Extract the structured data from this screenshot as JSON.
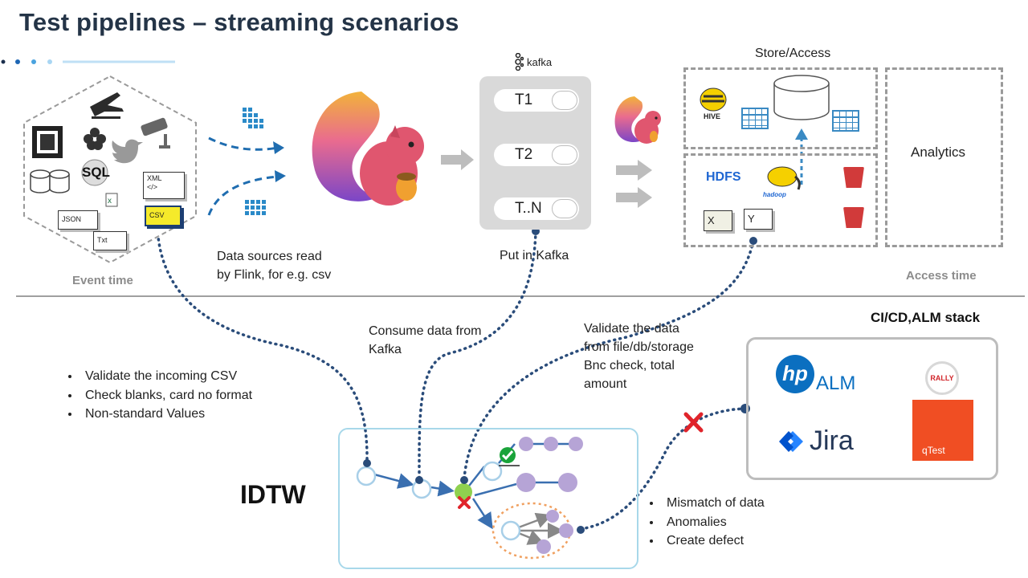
{
  "title": "Test pipelines – streaming scenarios",
  "sources": {
    "items": [
      "SQL",
      "XML\n</>",
      "JSON",
      "CSV",
      "Txt"
    ],
    "caption": "Event time"
  },
  "flink_caption": "Data sources read\nby Flink, for e.g. csv",
  "kafka": {
    "logo": "kafka",
    "topics": [
      "T1",
      "T2",
      "T..N"
    ],
    "caption": "Put in Kafka"
  },
  "store": {
    "label": "Store/Access",
    "hive": "HIVE",
    "hdfs": "HDFS",
    "hadoop": "hadoop",
    "files": [
      "X",
      "Y"
    ]
  },
  "analytics_label": "Analytics",
  "access_time": "Access time",
  "consume_caption": "Consume data from\nKafka",
  "validate_caption": "Validate the data\nfrom file/db/storage\nBnc check, total\namount",
  "cicd": {
    "title": "CI/CD,ALM stack",
    "hp": "hp",
    "alm": "ALM",
    "rally": "RALLY",
    "jira": "Jira",
    "qtest": "qTest"
  },
  "left_bullets": [
    "Validate the incoming CSV",
    "Check blanks, card no format",
    "Non-standard Values"
  ],
  "right_bullets": [
    "Mismatch of data",
    "Anomalies",
    "Create defect"
  ],
  "idtw_label": "IDTW",
  "colors": {
    "title": "#243447",
    "arrow_blue": "#1f6db0",
    "dotted": "#2a4c7a",
    "purple": "#b6a4d6",
    "red_x": "#e0242b",
    "check": "#1aa33a"
  }
}
